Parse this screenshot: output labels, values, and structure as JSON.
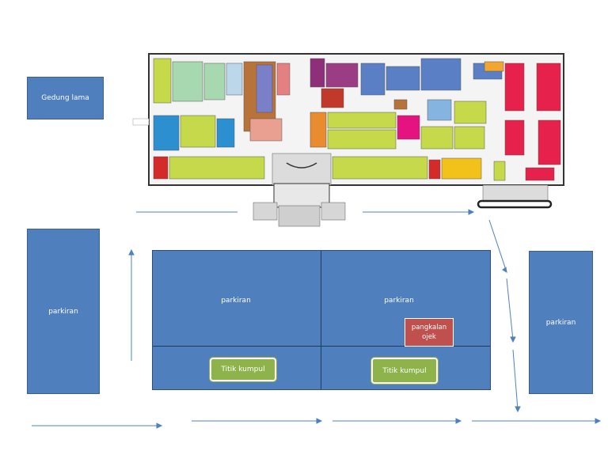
{
  "colors": {
    "lot_fill": "#4f7fbd",
    "lot_border": "#3a5f8f",
    "assembly_fill": "#8db34a",
    "ojek_fill": "#c0504d",
    "arrow_color": "#4f81bd"
  },
  "labels": {
    "old_building": "Gedung lama",
    "parking_left": "parkiran",
    "parking_center_left": "parkiran",
    "parking_center_right": "parkiran",
    "parking_right": "parkiran",
    "ojek_line1": "pangkalan",
    "ojek_line2": "ojek",
    "assembly_left": "Titik kumpul",
    "assembly_right": "Titik kumpul"
  }
}
